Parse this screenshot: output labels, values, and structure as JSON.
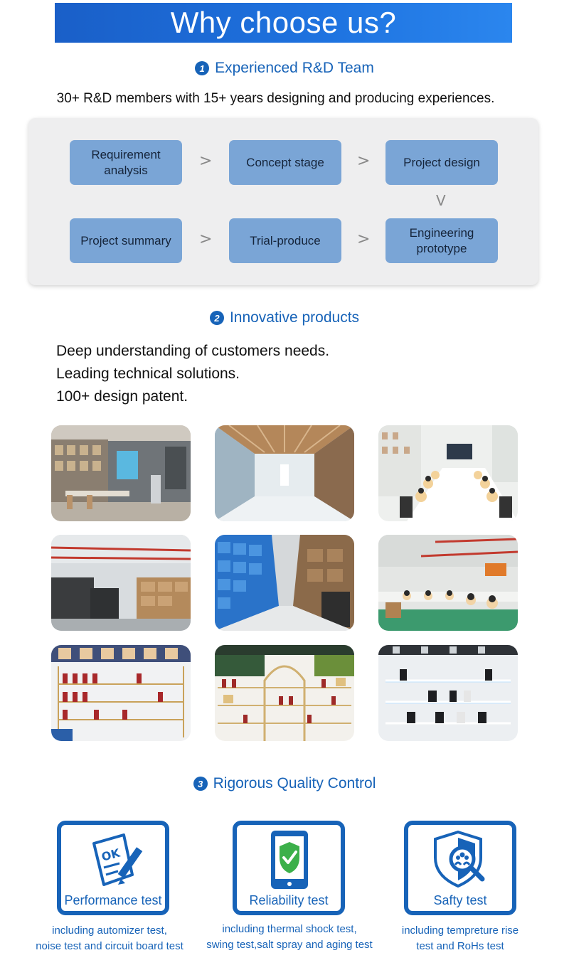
{
  "banner": {
    "title": "Why choose us?"
  },
  "section1": {
    "number": "1",
    "heading": "Experienced R&D Team",
    "intro": "30+ R&D members with 15+ years designing and producing experiences.",
    "steps": [
      {
        "label": "Requirement analysis"
      },
      {
        "label": "Concept stage"
      },
      {
        "label": "Project design"
      },
      {
        "label": "Project summary"
      },
      {
        "label": "Trial-produce"
      },
      {
        "label": "Engineering prototype"
      }
    ],
    "arrows": {
      "right": ">",
      "down": "V",
      "left": ">"
    }
  },
  "section2": {
    "number": "2",
    "heading": "Innovative products",
    "claims": [
      "Deep understanding of customers needs.",
      "Leading technical solutions.",
      "100+ design patent."
    ],
    "photos": [
      "showroom",
      "corridor",
      "meeting-room",
      "warehouse-1",
      "warehouse-2",
      "production-line",
      "display-shelf-1",
      "display-shelf-2",
      "display-shelf-3"
    ]
  },
  "section3": {
    "number": "3",
    "heading": "Rigorous Quality Control",
    "tests": [
      {
        "label": "Performance test",
        "icon": "checklist-pen-icon",
        "desc1": "including automizer test,",
        "desc2": "noise test and circuit board test"
      },
      {
        "label": "Reliability test",
        "icon": "phone-check-icon",
        "desc1": "including thermal shock test,",
        "desc2": "swing test,salt spray and aging test"
      },
      {
        "label": "Safty test",
        "icon": "shield-magnifier-icon",
        "desc1": "including tempreture rise",
        "desc2": "test and RoHs test"
      }
    ]
  },
  "colors": {
    "brand_blue": "#1763b8",
    "step_blue": "#7aa5d6",
    "card_gray": "#eeeeef"
  }
}
